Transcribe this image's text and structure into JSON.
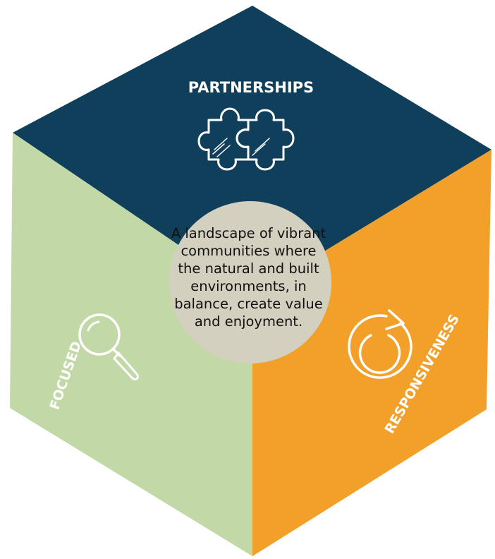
{
  "faces": {
    "top": {
      "label": "PARTNERSHIPS",
      "icon": "puzzle-pieces-icon",
      "color": "#0f3f5b"
    },
    "left": {
      "label": "FOCUSED",
      "icon": "magnifying-glass-icon",
      "color": "#c2d8a6"
    },
    "right": {
      "label": "RESPONSIVENESS",
      "icon": "refresh-cycle-icon",
      "color": "#f2a029"
    }
  },
  "center": {
    "color": "#d4d0bf",
    "lines": [
      "A landscape of vibrant",
      "communities where",
      "the natural and built",
      "environments, in",
      "balance, create value",
      "and enjoyment."
    ]
  }
}
